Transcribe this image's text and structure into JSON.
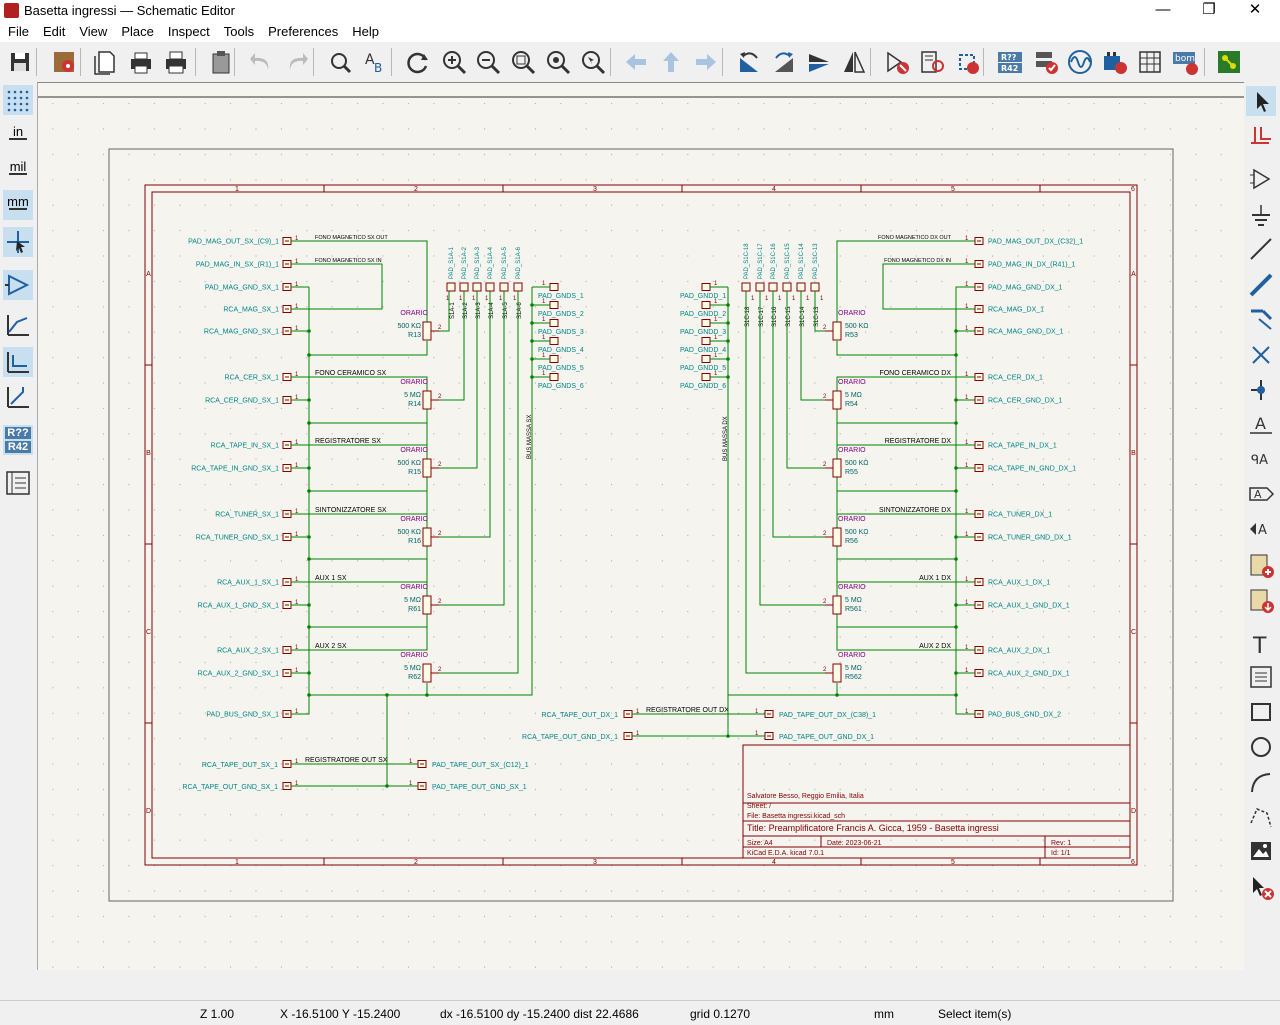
{
  "window": {
    "title": "Basetta ingressi — Schematic Editor",
    "controls": [
      "—",
      "❐",
      "✕"
    ]
  },
  "menu": [
    "File",
    "Edit",
    "View",
    "Place",
    "Inspect",
    "Tools",
    "Preferences",
    "Help"
  ],
  "toolbar": {
    "icons": [
      "save-icon",
      "schematic-setup-icon",
      "page-settings-icon",
      "print-icon",
      "plot-icon",
      "paste-icon",
      "undo-icon",
      "redo-icon",
      "find-icon",
      "find-replace-icon",
      "refresh-icon",
      "zoom-in-icon",
      "zoom-out-icon",
      "zoom-fit-icon",
      "zoom-objects-icon",
      "zoom-selection-icon",
      "navigate-back-icon",
      "navigate-up-icon",
      "navigate-forward-icon",
      "rotate-ccw-icon",
      "rotate-cw-icon",
      "mirror-vertical-icon",
      "mirror-horizontal-icon",
      "symbol-editor-icon",
      "symbol-browser-icon",
      "footprint-assign-icon",
      "annotate-icon",
      "erc-icon",
      "simulator-icon",
      "pcb-update-icon",
      "fields-table-icon",
      "bom-icon",
      "pcb-editor-icon"
    ],
    "annotate_label": "R??\nR42",
    "bom_label": "bom"
  },
  "left_toolbar": {
    "unit_in": "in",
    "unit_mil": "mil",
    "unit_mm": "mm",
    "annotate_top": "R??",
    "annotate_bottom": "R42"
  },
  "sheet": {
    "col_numbers": [
      "1",
      "2",
      "3",
      "4",
      "5",
      "6"
    ],
    "row_letters": [
      "A",
      "B",
      "C",
      "D"
    ],
    "bus_sx": "BUS MASSA SX",
    "bus_dx": "BUS MASSA DX",
    "left_connectors": [
      {
        "label": "PAD_MAG_OUT_SX_(C9)_1",
        "net": "FONO MAGNETICO SX OUT"
      },
      {
        "label": "PAD_MAG_IN_SX_(R1)_1",
        "net": "FONO MAGNETICO SX IN"
      },
      {
        "label": "PAD_MAG_GND_SX_1",
        "net": ""
      },
      {
        "label": "RCA_MAG_SX_1",
        "net": ""
      },
      {
        "label": "RCA_MAG_GND_SX_1",
        "net": ""
      },
      {
        "label": "RCA_CER_SX_1",
        "net": "FONO CERAMICO SX"
      },
      {
        "label": "RCA_CER_GND_SX_1",
        "net": ""
      },
      {
        "label": "RCA_TAPE_IN_SX_1",
        "net": "REGISTRATORE SX"
      },
      {
        "label": "RCA_TAPE_IN_GND_SX_1",
        "net": ""
      },
      {
        "label": "RCA_TUNER_SX_1",
        "net": "SINTONIZZATORE SX"
      },
      {
        "label": "RCA_TUNER_GND_SX_1",
        "net": ""
      },
      {
        "label": "RCA_AUX_1_SX_1",
        "net": "AUX 1 SX"
      },
      {
        "label": "RCA_AUX_1_GND_SX_1",
        "net": ""
      },
      {
        "label": "RCA_AUX_2_SX_1",
        "net": "AUX 2 SX"
      },
      {
        "label": "RCA_AUX_2_GND_SX_1",
        "net": ""
      },
      {
        "label": "PAD_BUS_GND_SX_1",
        "net": ""
      }
    ],
    "right_connectors": [
      {
        "label": "PAD_MAG_OUT_DX_(C32)_1",
        "net": "FONO MAGNETICO DX OUT"
      },
      {
        "label": "PAD_MAG_IN_DX_(R41)_1",
        "net": "FONO MAGNETICO DX IN"
      },
      {
        "label": "PAD_MAG_GND_DX_1",
        "net": ""
      },
      {
        "label": "RCA_MAG_DX_1",
        "net": ""
      },
      {
        "label": "RCA_MAG_GND_DX_1",
        "net": ""
      },
      {
        "label": "RCA_CER_DX_1",
        "net": "FONO CERAMICO DX"
      },
      {
        "label": "RCA_CER_GND_DX_1",
        "net": ""
      },
      {
        "label": "RCA_TAPE_IN_DX_1",
        "net": "REGISTRATORE DX"
      },
      {
        "label": "RCA_TAPE_IN_GND_DX_1",
        "net": ""
      },
      {
        "label": "RCA_TUNER_DX_1",
        "net": "SINTONIZZATORE DX"
      },
      {
        "label": "RCA_TUNER_GND_DX_1",
        "net": ""
      },
      {
        "label": "RCA_AUX_1_DX_1",
        "net": "AUX 1 DX"
      },
      {
        "label": "RCA_AUX_1_GND_DX_1",
        "net": ""
      },
      {
        "label": "RCA_AUX_2_DX_1",
        "net": "AUX 2 DX"
      },
      {
        "label": "RCA_AUX_2_GND_DX_1",
        "net": ""
      },
      {
        "label": "PAD_BUS_GND_DX_2",
        "net": ""
      }
    ],
    "pot_type": "ORARIO",
    "left_pots": [
      {
        "value": "500 KΩ",
        "ref": "R13"
      },
      {
        "value": "5 MΩ",
        "ref": "R14"
      },
      {
        "value": "500 KΩ",
        "ref": "R15"
      },
      {
        "value": "500 KΩ",
        "ref": "R16"
      },
      {
        "value": "5 MΩ",
        "ref": "R61"
      },
      {
        "value": "5 MΩ",
        "ref": "R62"
      }
    ],
    "right_pots": [
      {
        "value": "500 KΩ",
        "ref": "R53"
      },
      {
        "value": "5 MΩ",
        "ref": "R54"
      },
      {
        "value": "500 KΩ",
        "ref": "R55"
      },
      {
        "value": "500 KΩ",
        "ref": "R56"
      },
      {
        "value": "5 MΩ",
        "ref": "R561"
      },
      {
        "value": "5 MΩ",
        "ref": "R562"
      }
    ],
    "left_switch_pads": [
      "PAD_S1A-1",
      "PAD_S1A-2",
      "PAD_S1A-3",
      "PAD_S1A-4",
      "PAD_S1A-5",
      "PAD_S1A-6"
    ],
    "left_switch_names": [
      "S1A-1",
      "S1A-2",
      "S1A-3",
      "S1A-4",
      "S1A-5",
      "S1A-6"
    ],
    "right_switch_pads": [
      "PAD_S1C-18",
      "PAD_S1C-17",
      "PAD_S1C-16",
      "PAD_S1C-15",
      "PAD_S1C-14",
      "PAD_S1C-13"
    ],
    "right_switch_names": [
      "S1C-18",
      "S1C-17",
      "S1C-16",
      "S1C-15",
      "S1C-14",
      "S1C-13"
    ],
    "left_gnds": [
      "PAD_GNDS_1",
      "PAD_GNDS_2",
      "PAD_GNDS_3",
      "PAD_GNDS_4",
      "PAD_GNDS_5",
      "PAD_GNDS_6"
    ],
    "right_gnds": [
      "PAD_GNDD_1",
      "PAD_GNDD_2",
      "PAD_GNDD_3",
      "PAD_GNDD_4",
      "PAD_GNDD_5",
      "PAD_GNDD_6"
    ],
    "tape_out_sx": {
      "out": "RCA_TAPE_OUT_SX_1",
      "gnd": "RCA_TAPE_OUT_GND_SX_1",
      "net": "REGISTRATORE OUT SX",
      "pad_out": "PAD_TAPE_OUT_SX_(C12)_1",
      "pad_gnd": "PAD_TAPE_OUT_GND_SX_1"
    },
    "tape_out_dx": {
      "out": "RCA_TAPE_OUT_DX_1",
      "gnd": "RCA_TAPE_OUT_GND_DX_1",
      "net": "REGISTRATORE OUT DX",
      "pad_out": "PAD_TAPE_OUT_DX_(C38)_1",
      "pad_gnd": "PAD_TAPE_OUT_GND_DX_1"
    },
    "pin1": "1",
    "pin2": "2",
    "title_block": {
      "company": "Salvatore Besso, Reggio Emilia, Italia",
      "sheet": "Sheet: /",
      "file": "File: Basetta ingressi.kicad_sch",
      "title": "Title: Preamplificatore Francis A. Gicca, 1959 - Basetta ingressi",
      "size": "Size: A4",
      "date": "Date: 2023-06-21",
      "rev": "Rev: 1",
      "tool": "KiCad E.D.A.  kicad 7.0.1",
      "id": "Id: 1/1"
    }
  },
  "status": {
    "zoom": "Z 1.00",
    "coords": "X -16.5100  Y -15.2400",
    "delta": "dx -16.5100  dy -15.2400  dist 22.4686",
    "grid": "grid 0.1270",
    "units": "mm",
    "mode": "Select item(s)"
  },
  "colors": {
    "wire": "#008400",
    "symbol": "#840000",
    "label": "#008484",
    "ref": "#006464",
    "prop": "#840084",
    "sheet_border": "#840000",
    "canvas": "#f5f4ef",
    "active_tool": "#c8dff0"
  }
}
